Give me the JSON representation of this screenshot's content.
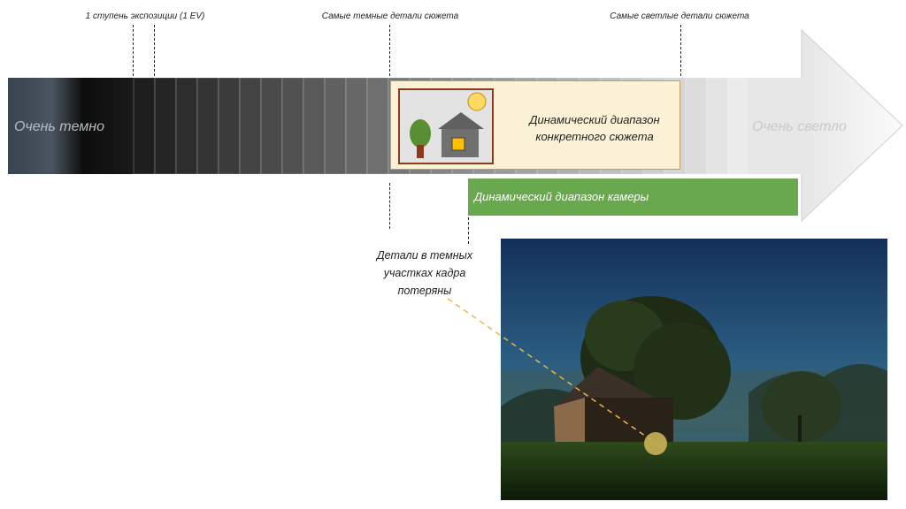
{
  "labels": {
    "ev_step": "1 ступень экспозиции (1 EV)",
    "darkest": "Самые темные детали сюжета",
    "brightest": "Самые светлые детали сюжета",
    "very_dark": "Очень темно",
    "very_light": "Очень светло",
    "scene_range": "Динамический диапазон конкретного сюжета",
    "camera_range": "Динамический диапазон камеры",
    "lost_details": "Детали в темных участках кадра потеряны"
  },
  "icons": {
    "scene": "house-tree-sun-icon",
    "highlight": "dark-area-highlight-circle"
  },
  "colors": {
    "camera_bar": "#6aa84f",
    "scene_box_fill": "#fbf1d6",
    "scene_box_border": "#c0a060",
    "arrow_head": "#e8e8e8",
    "highlight": "#c8b055"
  }
}
